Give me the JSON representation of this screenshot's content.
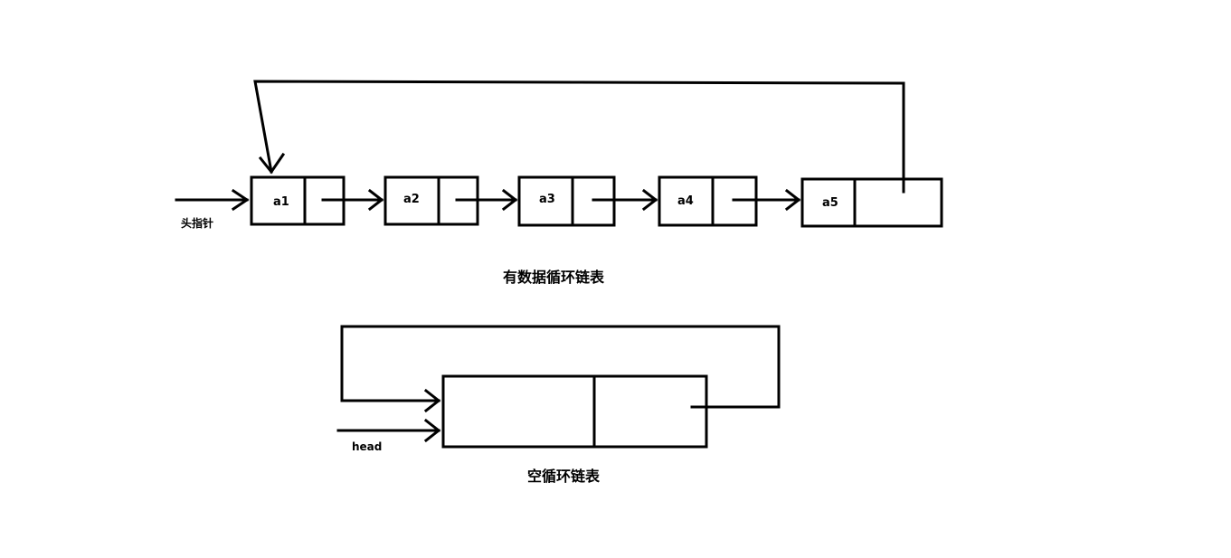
{
  "circular_list": {
    "nodes": [
      "a1",
      "a2",
      "a3",
      "a4",
      "a5"
    ],
    "head_pointer_label": "头指针",
    "caption": "有数据循环链表"
  },
  "empty_list": {
    "head_label": "head",
    "caption": "空循环链表"
  },
  "colors": {
    "stroke": "#000000",
    "background": "#ffffff"
  }
}
